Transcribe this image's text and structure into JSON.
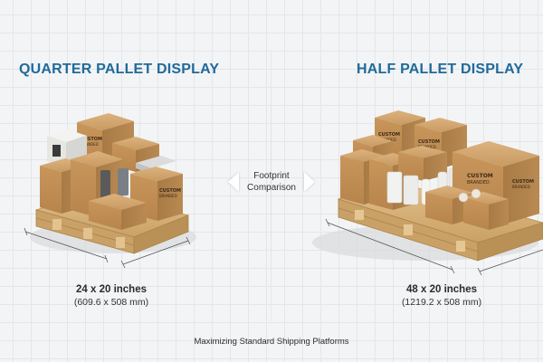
{
  "left": {
    "title": "QUARTER PALLET DISPLAY",
    "dimension": "24 x 20 inches",
    "dimension_metric": "(609.6 x 508 mm)",
    "box_label_a": "CUSTOM",
    "box_label_b": "BRANDED"
  },
  "right": {
    "title": "HALF PALLET DISPLAY",
    "dimension": "48 x 20 inches",
    "dimension_metric": "(1219.2 x 508 mm)",
    "box_label_a": "CUSTOM",
    "box_label_b": "BRANDED"
  },
  "center": {
    "label_line1": "Footprint",
    "label_line2": "Comparison"
  },
  "caption": "Maximizing Standard Shipping Platforms",
  "colors": {
    "heading": "#1f6a9a",
    "cardboard": "#c99b63",
    "cardboard_dark": "#a87a45",
    "wood": "#d8b47a",
    "wood_dark": "#b38c52"
  }
}
